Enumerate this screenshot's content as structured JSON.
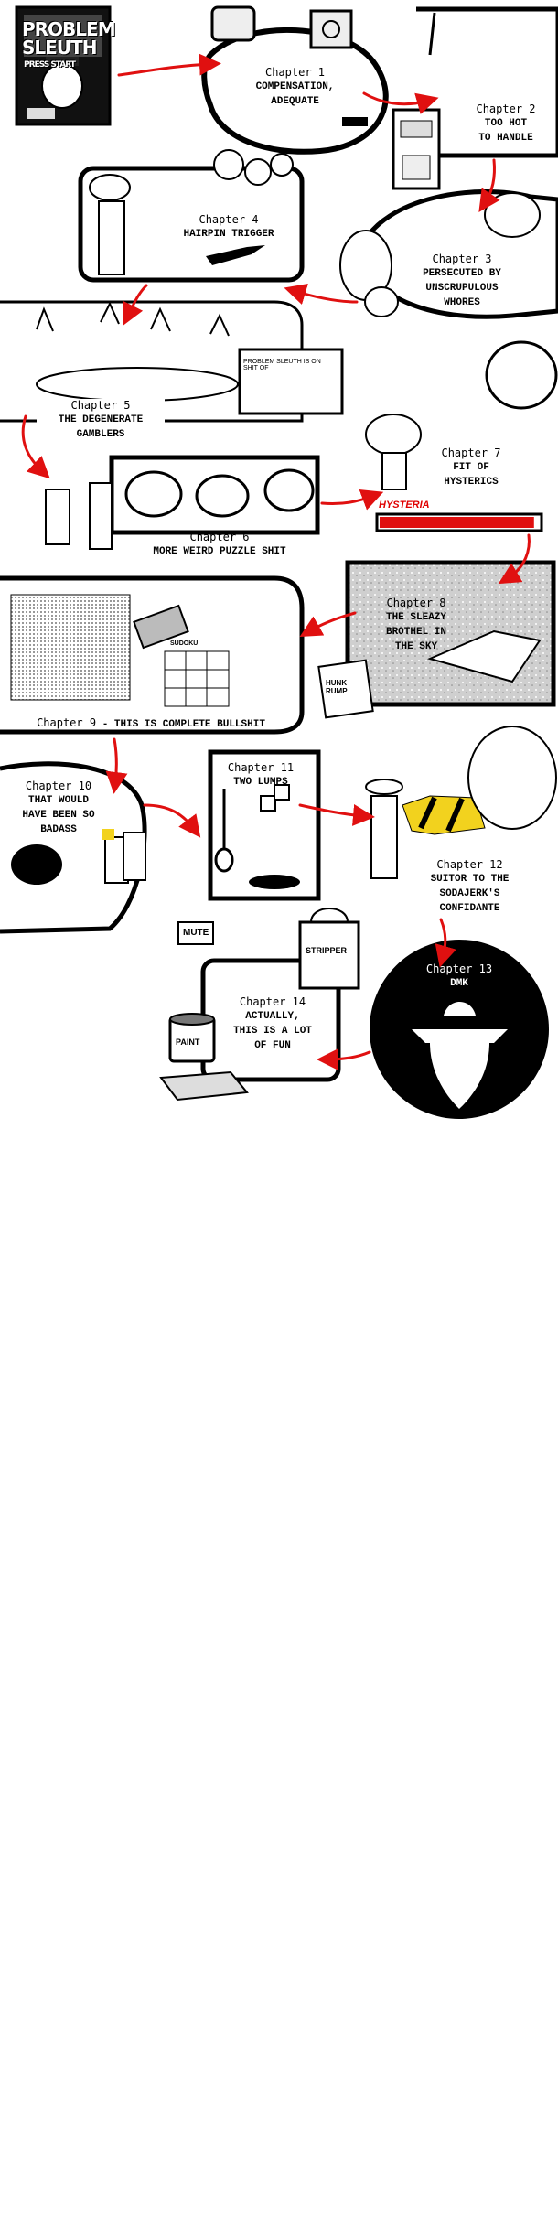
{
  "chapters": [
    {
      "chapter": "Chapter 1",
      "title": "COMPENSATION,\nADEQUATE"
    },
    {
      "chapter": "Chapter 2",
      "title": "TOO HOT\nTO HANDLE"
    },
    {
      "chapter": "Chapter 3",
      "title": "PERSECUTED BY\nUNSCRUPULOUS\nWHORES"
    },
    {
      "chapter": "Chapter 4",
      "title": "HAIRPIN TRIGGER"
    },
    {
      "chapter": "Chapter 5",
      "title": "THE DEGENERATE\nGAMBLERS"
    },
    {
      "chapter": "Chapter 6",
      "title": "MORE WEIRD PUZZLE SHIT"
    },
    {
      "chapter": "Chapter 7",
      "title": "FIT OF\nHYSTERICS"
    },
    {
      "chapter": "Chapter 8",
      "title": "THE SLEAZY\nBROTHEL IN\nTHE SKY"
    },
    {
      "chapter": "Chapter 9",
      "title": "THIS IS COMPLETE BULLSHIT"
    },
    {
      "chapter": "Chapter 10",
      "title": "THAT WOULD\nHAVE BEEN SO\nBADASS"
    },
    {
      "chapter": "Chapter 11",
      "title": "TWO LUMPS"
    },
    {
      "chapter": "Chapter 12",
      "title": "SUITOR TO THE\nSODAJERK'S\nCONFIDANTE"
    },
    {
      "chapter": "Chapter 13",
      "title": "DMK"
    },
    {
      "chapter": "Chapter 14",
      "title": "ACTUALLY,\nTHIS IS A LOT\nOF FUN"
    }
  ],
  "chapter9_separator": " - ",
  "art_text": {
    "logo_line1": "PROBLEM",
    "logo_line2": "SLEUTH",
    "press_start": "PRESS START",
    "hysteria": "HYSTERIA",
    "mute": "MUTE",
    "stripper": "STRIPPER",
    "paint": "PAINT",
    "hunk_rump": "HUNK RUMP",
    "sudoku": "SUDOKU",
    "problem_sign": "PROBLEM SLEUTH IS ON SHIT OF"
  },
  "colors": {
    "arrow": "#e01010",
    "ink": "#000000",
    "hysteria_fill": "#e01010",
    "caution_yellow": "#f2d21e",
    "paper": "#ffffff"
  }
}
